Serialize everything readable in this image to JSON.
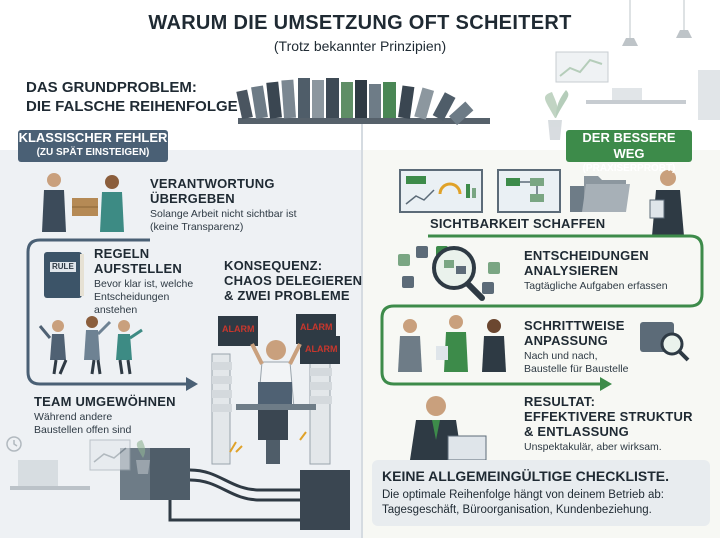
{
  "header": {
    "title": "WARUM DIE UMSETZUNG OFT SCHEITERT",
    "subtitle": "(Trotz bekannter Prinzipien)",
    "problem_line1": "DAS GRUNDPROBLEM:",
    "problem_line2": "DIE FALSCHE REIHENFOLGE"
  },
  "left": {
    "tag_title": "KLASSISCHER FEHLER",
    "tag_sub": "(ZU SPÄT EINSTEIGEN)",
    "step1_title_1": "VERANTWORTUNG",
    "step1_title_2": "ÜBERGEBEN",
    "step1_sub_1": "Solange Arbeit nicht sichtbar ist",
    "step1_sub_2": "(keine Transparenz)",
    "step2_title_1": "REGELN",
    "step2_title_2": "AUFSTELLEN",
    "step2_sub_1": "Bevor klar ist, welche",
    "step2_sub_2": "Entscheidungen",
    "step2_sub_3": "anstehen",
    "book_label": "RULE",
    "consequence_1": "KONSEQUENZ:",
    "consequence_2": "CHAOS DELEGIEREN",
    "consequence_3": "& ZWEI PROBLEME",
    "alarm_label": "ALARM",
    "step3_title": "TEAM UMGEWÖHNEN",
    "step3_sub_1": "Während andere",
    "step3_sub_2": "Baustellen offen sind"
  },
  "right": {
    "tag_title": "DER BESSERE WEG",
    "tag_sub": "(PRAXISERPROBT)",
    "step1_title": "SICHTBARKEIT SCHAFFEN",
    "step2_title_1": "ENTSCHEIDUNGEN",
    "step2_title_2": "ANALYSIEREN",
    "step2_sub": "Tagtägliche Aufgaben erfassen",
    "step3_title_1": "SCHRITTWEISE",
    "step3_title_2": "ANPASSUNG",
    "step3_sub_1": "Nach und nach,",
    "step3_sub_2": "Baustelle für Baustelle",
    "result_1": "RESULTAT:",
    "result_2": "EFFEKTIVERE STRUKTUR",
    "result_3": "& ENTLASSUNG",
    "result_sub": "Unspektakulär, aber wirksam.",
    "bottom_title": "KEINE ALLGEMEINGÜLTIGE CHECKLISTE.",
    "bottom_sub_1": "Die optimale Reihenfolge hängt von deinem Betrieb ab:",
    "bottom_sub_2": "Tagesgeschäft, Büroorganisation, Kundenbeziehung."
  },
  "colors": {
    "left_accent": "#4a6075",
    "right_accent": "#3d8b4a",
    "alarm": "#c8372d"
  },
  "icons": [
    "books-row-icon",
    "people-handover-icon",
    "rule-book-icon",
    "arguing-team-icon",
    "stressed-worker-icon",
    "dashboard-screen-icon",
    "folder-icon",
    "magnifier-icon",
    "team-meeting-icon",
    "laptop-man-icon"
  ]
}
